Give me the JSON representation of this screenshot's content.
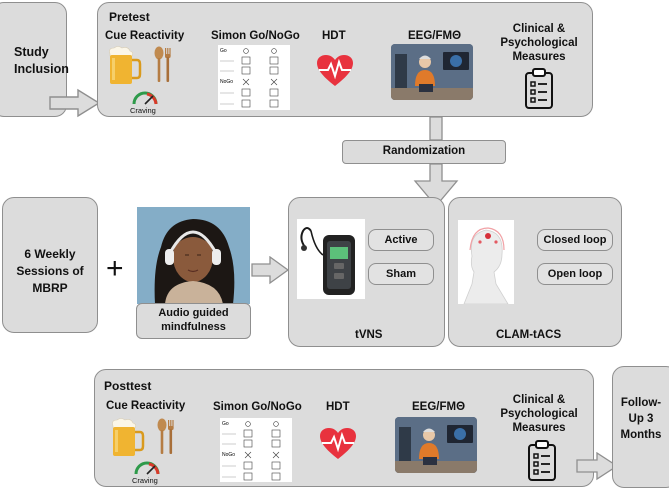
{
  "study_inclusion": {
    "label": "Study Inclusion"
  },
  "pretest": {
    "title": "Pretest",
    "cue_reactivity": "Cue Reactivity",
    "simon": "Simon Go/NoGo",
    "hdt": "HDT",
    "eeg": "EEG/FMΘ",
    "clinical": "Clinical & Psychological Measures",
    "craving": "Craving",
    "go_label": "Go",
    "nogo_label": "NoGo"
  },
  "randomization": {
    "label": "Randomization"
  },
  "mbrp": {
    "label": "6 Weekly Sessions of MBRP"
  },
  "plus": "+",
  "audio": {
    "label": "Audio guided mindfulness"
  },
  "tvns": {
    "title": "tVNS",
    "active": "Active",
    "sham": "Sham"
  },
  "tacs": {
    "title": "CLAM-tACS",
    "closed": "Closed loop",
    "open": "Open loop"
  },
  "posttest": {
    "title": "Posttest",
    "cue_reactivity": "Cue Reactivity",
    "simon": "Simon Go/NoGo",
    "hdt": "HDT",
    "eeg": "EEG/FMΘ",
    "clinical": "Clinical & Psychological Measures",
    "craving": "Craving",
    "go_label": "Go",
    "nogo_label": "NoGo"
  },
  "followup": {
    "label": "Follow-Up 3 Months"
  },
  "colors": {
    "box": "#dcdcdc",
    "border": "#8f8f8f",
    "heart": "#e8323e",
    "gauge_red": "#d83a2a",
    "gauge_green": "#2e9a4a"
  }
}
